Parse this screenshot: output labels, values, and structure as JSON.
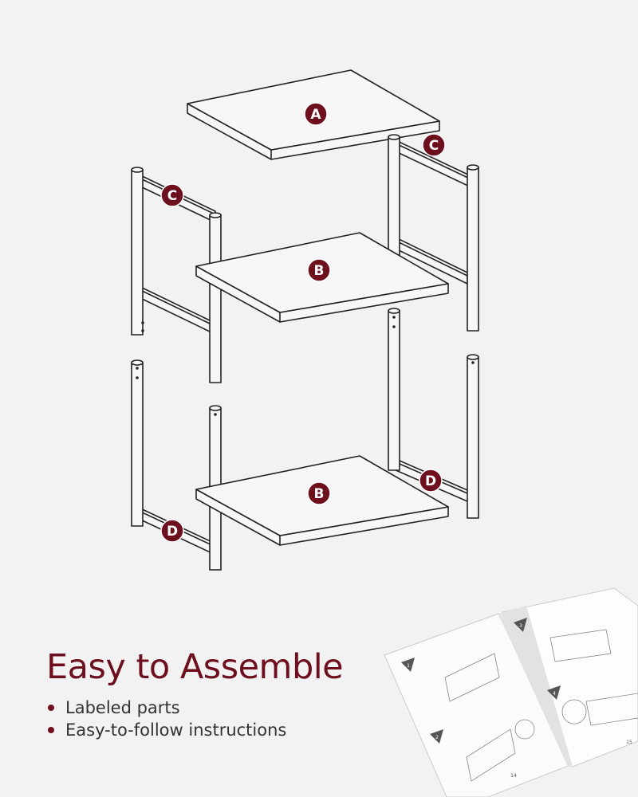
{
  "colors": {
    "accent": "#6e0f1e",
    "background": "#f2f2f2",
    "text": "#333333",
    "line": "#222222"
  },
  "diagram": {
    "labels": [
      {
        "id": "top-board",
        "letter": "A"
      },
      {
        "id": "right-upper-frame",
        "letter": "C"
      },
      {
        "id": "left-upper-frame",
        "letter": "C"
      },
      {
        "id": "middle-shelf",
        "letter": "B"
      },
      {
        "id": "bottom-shelf",
        "letter": "B"
      },
      {
        "id": "right-lower-frame",
        "letter": "D"
      },
      {
        "id": "left-lower-frame",
        "letter": "D"
      }
    ]
  },
  "heading": "Easy to Assemble",
  "bullets": [
    "Labeled parts",
    "Easy-to-follow instructions"
  ],
  "booklet": {
    "steps": [
      "1",
      "2",
      "3",
      "4"
    ],
    "page_numbers": [
      "14",
      "15"
    ]
  }
}
